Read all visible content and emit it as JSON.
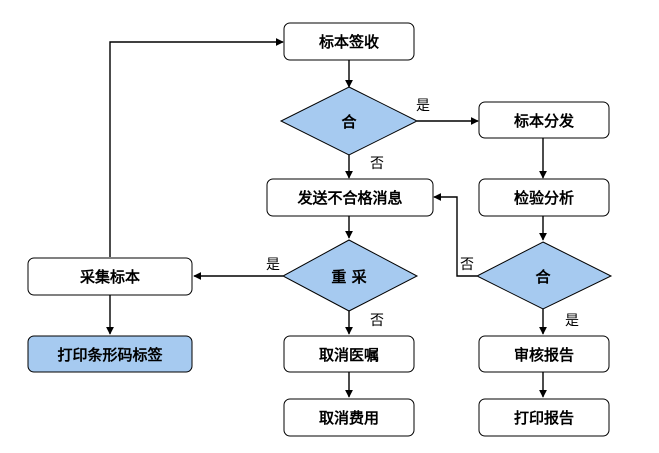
{
  "nodes": {
    "sample_receipt": "标本签收",
    "decision_ok_1": "合",
    "sample_dispatch": "标本分发",
    "send_unqualified": "发送不合格消息",
    "inspection_analysis": "检验分析",
    "collect_sample": "采集标本",
    "decision_recollect": "重 采",
    "decision_ok_2": "合",
    "print_barcode": "打印条形码标签",
    "cancel_order": "取消医嘱",
    "review_report": "审核报告",
    "cancel_fee": "取消费用",
    "print_report": "打印报告"
  },
  "edge_labels": {
    "ok1_yes": "是",
    "ok1_no": "否",
    "recollect_yes": "是",
    "recollect_no": "否",
    "ok2_no": "否",
    "ok2_yes": "是"
  },
  "colors": {
    "highlight_fill": "#a6caf0",
    "box_fill": "#ffffff",
    "stroke": "#000000"
  }
}
